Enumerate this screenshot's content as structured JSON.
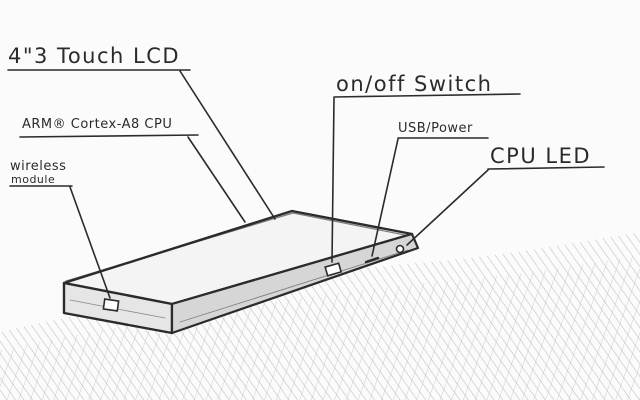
{
  "diagram": {
    "labels": {
      "lcd": "4\"3 Touch LCD",
      "cpu": "ARM® Cortex-A8 CPU",
      "wireless_line1": "wireless",
      "wireless_line2": "module",
      "switch": "on/off Switch",
      "usb": "USB/Power",
      "led": "CPU LED"
    },
    "colors": {
      "ink": "#2b2b2b",
      "paper": "#fbfbfb",
      "shading": "#9a9a9a"
    }
  }
}
